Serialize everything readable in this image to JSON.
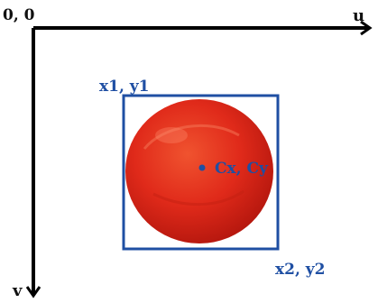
{
  "diagram": {
    "labels": {
      "origin": "0, 0",
      "u_axis": "u",
      "v_axis": "v",
      "top_left": "x1, y1",
      "center": "Cx, Cy",
      "bottom_right": "x2, y2"
    },
    "colors": {
      "axis": "#000000",
      "box": "#1f4fa3",
      "text_black": "#111111",
      "text_blue": "#1f4fa3",
      "fruit": "#e02a1a"
    }
  }
}
